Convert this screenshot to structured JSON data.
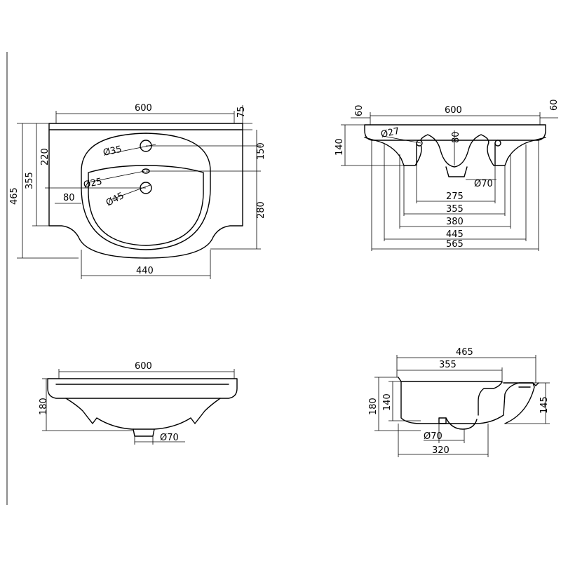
{
  "top_view": {
    "width": "600",
    "lip": "75",
    "height_355": "355",
    "height_220": "220",
    "overall_depth": "465",
    "tap_hole": "Ø35",
    "overflow_hole": "Ø25",
    "drain_hole": "Ø45",
    "side_80": "80",
    "dist_150": "150",
    "dist_280": "280",
    "bowl_width": "440"
  },
  "front_section": {
    "width": "600",
    "rim_left": "60",
    "rim_right": "60",
    "height_140": "140",
    "hole": "Ø27",
    "drop_80": "80",
    "drain": "Ø70",
    "w275": "275",
    "w355": "355",
    "w380": "380",
    "w445": "445",
    "w565": "565"
  },
  "front_view": {
    "width": "600",
    "height": "180",
    "drain": "Ø70"
  },
  "side_view": {
    "depth": "465",
    "depth_355": "355",
    "height_180": "180",
    "height_140": "140",
    "height_145": "145",
    "drain": "Ø70",
    "depth_320": "320"
  }
}
